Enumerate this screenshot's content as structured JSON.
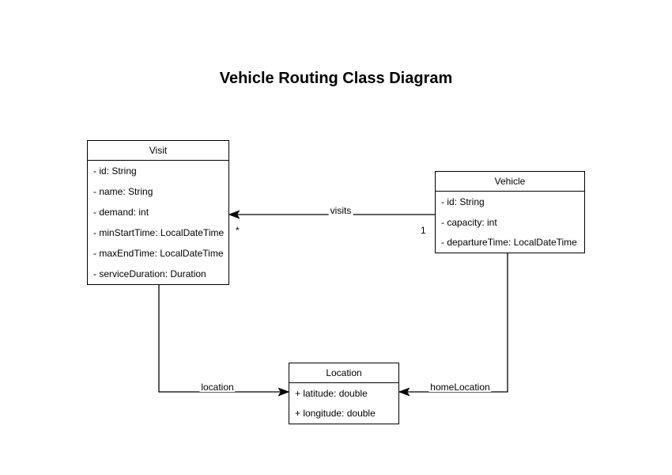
{
  "title": "Vehicle Routing Class Diagram",
  "classes": {
    "visit": {
      "name": "Visit",
      "attributes": [
        "- id: String",
        "- name: String",
        "- demand: int",
        "- minStartTime: LocalDateTime",
        "- maxEndTime: LocalDateTime",
        "- serviceDuration: Duration"
      ]
    },
    "vehicle": {
      "name": "Vehicle",
      "attributes": [
        "- id: String",
        "- capacity: int",
        "- departureTime: LocalDateTime"
      ]
    },
    "location": {
      "name": "Location",
      "attributes": [
        "+ latitude: double",
        "+ longitude: double"
      ]
    }
  },
  "relations": {
    "visits": {
      "label": "visits",
      "target_multiplicity": "*",
      "source_multiplicity": "1"
    },
    "location": {
      "label": "location"
    },
    "homeLocation": {
      "label": "homeLocation"
    }
  },
  "colors": {
    "stroke": "#000000",
    "background": "#ffffff",
    "text": "#000000"
  }
}
